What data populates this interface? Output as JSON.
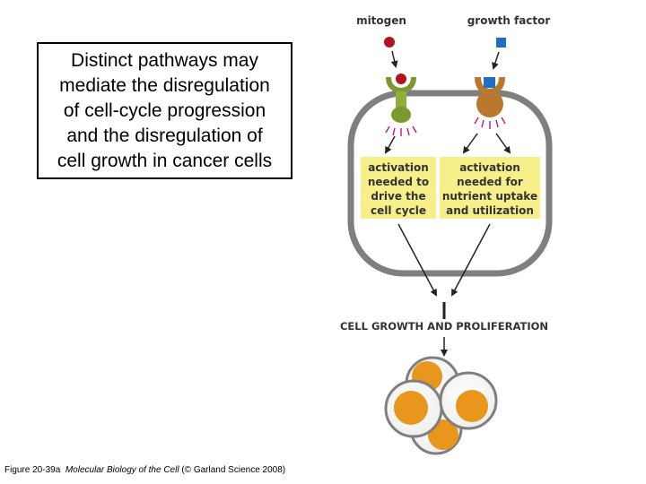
{
  "title_box": {
    "lines": [
      "Distinct pathways may",
      "mediate the disregulation",
      "of cell-cycle progression",
      "and the disregulation of",
      "cell growth in cancer cells"
    ]
  },
  "diagram": {
    "mitogen_label": "mitogen",
    "growth_factor_label": "growth factor",
    "box_left_lines": [
      "activation",
      "needed to",
      "drive the",
      "cell cycle"
    ],
    "box_right_lines": [
      "activation",
      "needed for",
      "nutrient uptake",
      "and utilization"
    ],
    "result_label": "CELL GROWTH AND PROLIFERATION"
  },
  "credit": {
    "figure": "Figure 20-39a",
    "book": "Molecular Biology of the Cell",
    "publisher": "(© Garland Science 2008)"
  },
  "colors": {
    "mitogen": "#b3121f",
    "growth_factor": "#1f6fc4",
    "green_receptor": "#7a9a2e",
    "brown_receptor": "#b8782e",
    "activation_box": "#f7ef8a",
    "cell_outline": "#7f7f7f",
    "nucleus": "#e8961c",
    "signal_rays": "#c2186b"
  }
}
